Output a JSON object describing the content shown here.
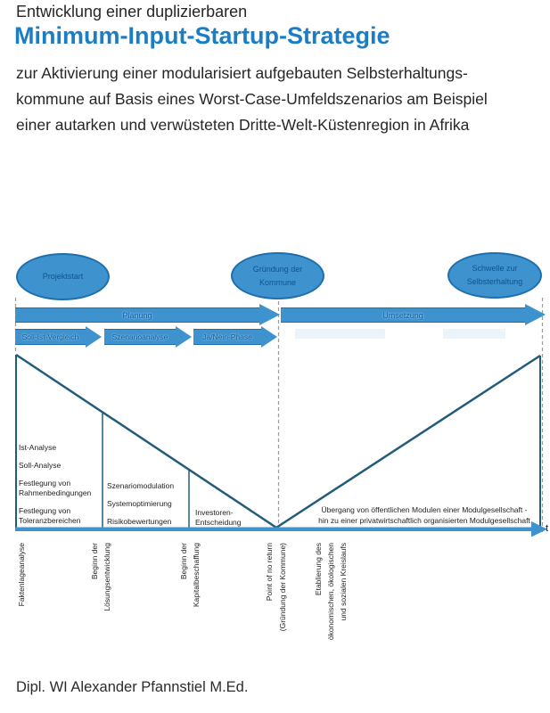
{
  "header": {
    "kicker": "Entwicklung einer duplizierbaren",
    "title": "Minimum-Input-Startup-Strategie",
    "subtitle_lines": [
      "zur Aktivierung einer modularisiert aufgebauten Selbsterhaltungs-",
      "kommune auf Basis eines Worst-Case-Umfeldszenarios am Beispiel",
      "einer autarken und verwüsteten Dritte-Welt-Küstenregion in Afrika"
    ]
  },
  "diagram": {
    "milestones": [
      {
        "lines": [
          "Projektstart"
        ]
      },
      {
        "lines": [
          "Gründung der",
          "Kommune"
        ]
      },
      {
        "lines": [
          "Schwelle zur",
          "Selbsterhaltung"
        ]
      }
    ],
    "phases": [
      {
        "label": "Planung"
      },
      {
        "label": "Umsetzung"
      }
    ],
    "subphases": [
      {
        "label": "Soll-Ist-Vergleich"
      },
      {
        "label": "Szenarioanalyse"
      },
      {
        "label": "Ja/Nein-Phase"
      }
    ],
    "funnel": {
      "col1": [
        "Ist-Analyse",
        "Soll-Analyse",
        "Festlegung von",
        "Rahmenbedingungen",
        "Festlegung von",
        "Toleranzbereichen"
      ],
      "col2": [
        "Szenariomodulation",
        "Systemoptimierung",
        "Risikobewertungen"
      ],
      "col3": [
        "Investoren-",
        "Entscheidung"
      ]
    },
    "transition_note": [
      "Übergang von öffentlichen Modulen einer Modulgesellschaft -",
      "hin zu einer privatwirtschaftlich organisierten Modulgesellschaft"
    ],
    "axis_label": "t",
    "markers": [
      {
        "lines": [
          "Faktenlageanalyse"
        ]
      },
      {
        "lines": [
          "Beginn der",
          "Lösungsentwicklung"
        ]
      },
      {
        "lines": [
          "Beginn der",
          "Kapitalbeschaffung"
        ]
      },
      {
        "lines": [
          "Point of no return",
          "(Gründung der Kommune)"
        ]
      },
      {
        "lines": [
          "Etablierung des",
          "ökonomischen, ökologischen",
          "und sozialen Kreislaufs"
        ]
      }
    ]
  },
  "footer": {
    "credit": "Dipl. WI Alexander Pfannstiel M.Ed."
  },
  "colors": {
    "title_blue": "#1b7dc3",
    "shape_fill": "#3e92ce",
    "shape_border": "#1e6fad",
    "shape_text": "#0e558f",
    "funnel_line": "#235c79",
    "dashed_line": "#9a9a9a"
  }
}
